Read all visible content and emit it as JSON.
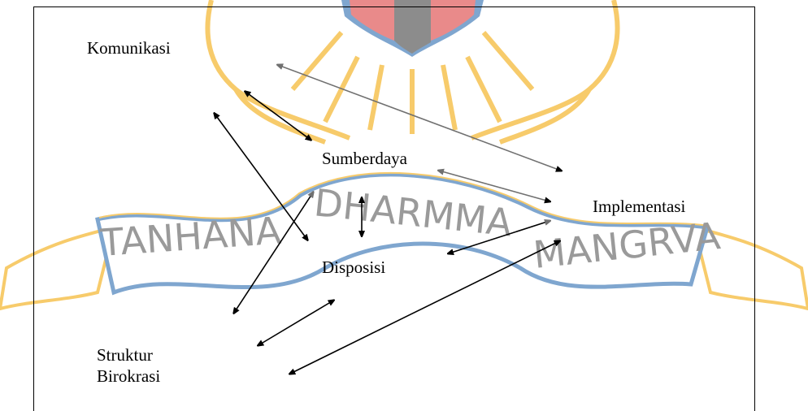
{
  "watermark": {
    "banner_left": "TANHANA",
    "banner_center": "DHARMMA",
    "banner_right": "MANGRVA",
    "colors": {
      "gold": "#F7CB6B",
      "ribbon_blue": "#7FA6CF",
      "banner_text": "#9a9a9a",
      "shield_red": "#E98A8A",
      "shield_gray": "#8C8C8C"
    }
  },
  "nodes": {
    "komunikasi": "Komunikasi",
    "sumberdaya": "Sumberdaya",
    "implementasi": "Implementasi",
    "disposisi": "Disposisi",
    "struktur_line1": "Struktur",
    "struktur_line2": "Birokrasi"
  },
  "colors": {
    "arrow_black": "#000000",
    "arrow_gray": "#707070"
  }
}
